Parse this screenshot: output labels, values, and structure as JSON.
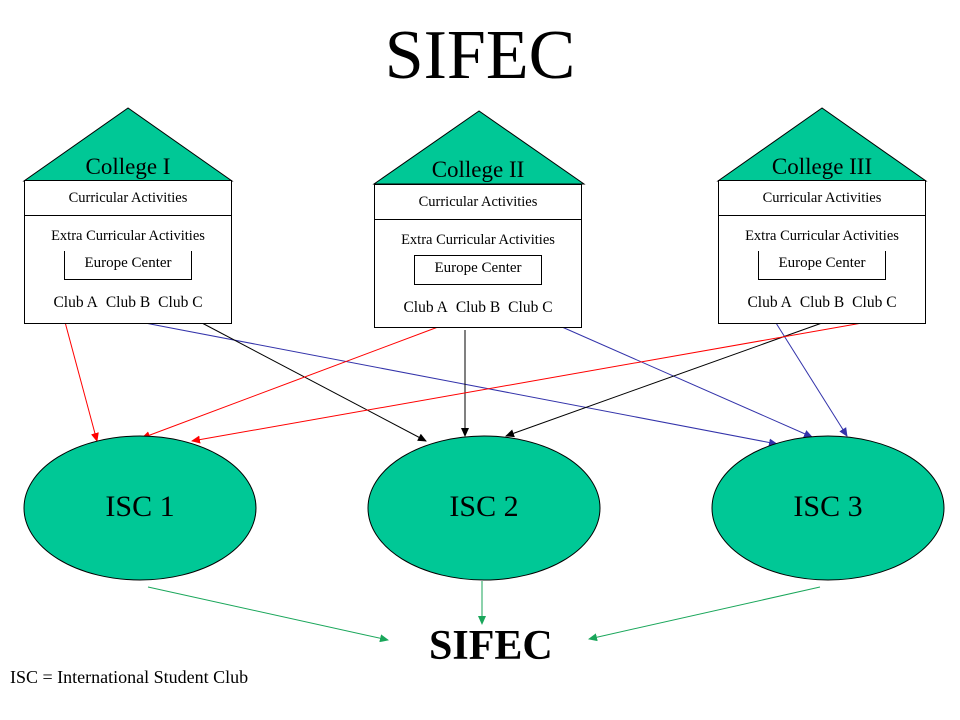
{
  "title": "SIFEC",
  "colors": {
    "house_fill": "#00C896",
    "isc_fill": "#00C896",
    "arrow_red": "#FF0000",
    "arrow_blue": "#3333AA",
    "arrow_black": "#000000",
    "arrow_green": "#19A65A"
  },
  "colleges": [
    {
      "name": "College I",
      "curricular": "Curricular Activities",
      "extra": "Extra Curricular Activities",
      "center": "Europe Center",
      "clubs": [
        "Club A",
        "Club B",
        "Club C"
      ]
    },
    {
      "name": "College II",
      "curricular": "Curricular Activities",
      "extra": "Extra Curricular Activities",
      "center": "Europe Center",
      "clubs": [
        "Club A",
        "Club B",
        "Club C"
      ]
    },
    {
      "name": "College III",
      "curricular": "Curricular Activities",
      "extra": "Extra Curricular Activities",
      "center": "Europe Center",
      "clubs": [
        "Club A",
        "Club B",
        "Club C"
      ]
    }
  ],
  "iscs": [
    "ISC 1",
    "ISC 2",
    "ISC 3"
  ],
  "links": [
    {
      "from": "College I / Club A",
      "to": "ISC 1",
      "color": "red"
    },
    {
      "from": "College I / Club B",
      "to": "ISC 3",
      "color": "blue"
    },
    {
      "from": "College I / Club C",
      "to": "ISC 2",
      "color": "black"
    },
    {
      "from": "College II / Club A",
      "to": "ISC 1",
      "color": "red"
    },
    {
      "from": "College II / Club B",
      "to": "ISC 2",
      "color": "black"
    },
    {
      "from": "College II / Club C",
      "to": "ISC 3",
      "color": "blue"
    },
    {
      "from": "College III / Club A",
      "to": "ISC 3",
      "color": "blue"
    },
    {
      "from": "College III / Club B",
      "to": "ISC 2",
      "color": "black"
    },
    {
      "from": "College III / Club C",
      "to": "ISC 1",
      "color": "red"
    }
  ],
  "footer_title": "SIFEC",
  "legend": "ISC = International  Student Club"
}
